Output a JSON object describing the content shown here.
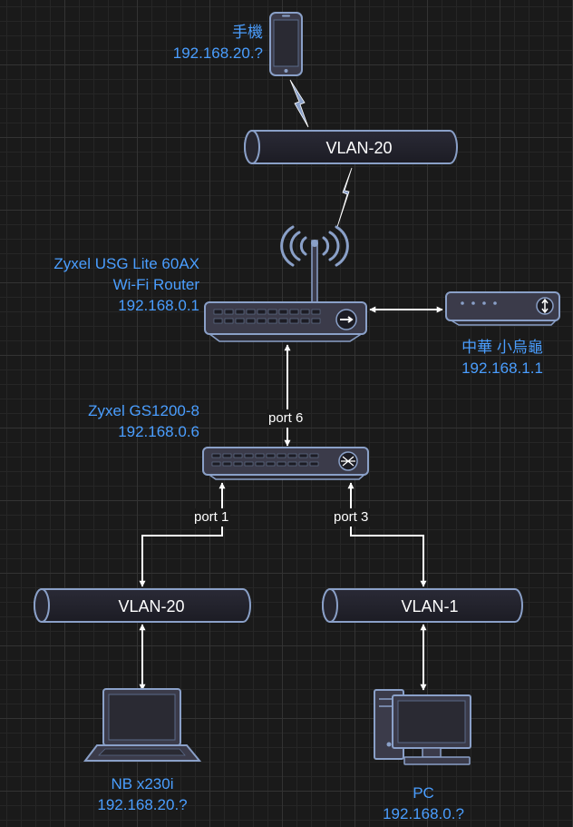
{
  "phone": {
    "name": "手機",
    "ip": "192.168.20.?"
  },
  "vlan_top": {
    "label": "VLAN-20"
  },
  "router": {
    "name": "Zyxel USG Lite 60AX",
    "type": "Wi-Fi Router",
    "ip": "192.168.0.1"
  },
  "modem": {
    "name": "中華 小烏龜",
    "ip": "192.168.1.1"
  },
  "switch": {
    "name": "Zyxel GS1200-8",
    "ip": "192.168.0.6"
  },
  "ports": {
    "uplink": "port 6",
    "left": "port 1",
    "right": "port 3"
  },
  "vlan_left": {
    "label": "VLAN-20"
  },
  "vlan_right": {
    "label": "VLAN-1"
  },
  "laptop": {
    "name": "NB x230i",
    "ip": "192.168.20.?"
  },
  "pc": {
    "name": "PC",
    "ip": "192.168.0.?"
  },
  "colors": {
    "background": "#1a1a1a",
    "grid": "#333333",
    "device_fill": "#3b3b4a",
    "device_stroke": "#8aa0c8",
    "label": "#4a9eff",
    "line": "#ffffff"
  },
  "icons": [
    "smartphone-icon",
    "wireless-signal-icon",
    "router-icon",
    "modem-icon",
    "switch-icon",
    "laptop-icon",
    "desktop-pc-icon"
  ]
}
